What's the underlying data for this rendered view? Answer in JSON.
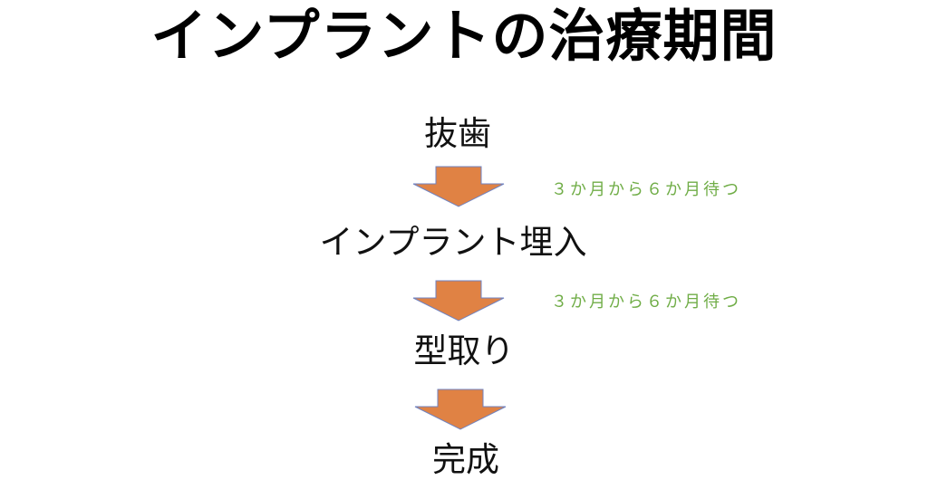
{
  "title": "インプラントの治療期間",
  "steps": [
    "抜歯",
    "インプラント埋入",
    "型取り",
    "完成"
  ],
  "notes": [
    "３か月から６か月待つ",
    "３か月から６か月待つ"
  ],
  "colors": {
    "arrow_fill": "#E08244",
    "arrow_stroke": "#6F82C0",
    "note": "#70AD47"
  }
}
